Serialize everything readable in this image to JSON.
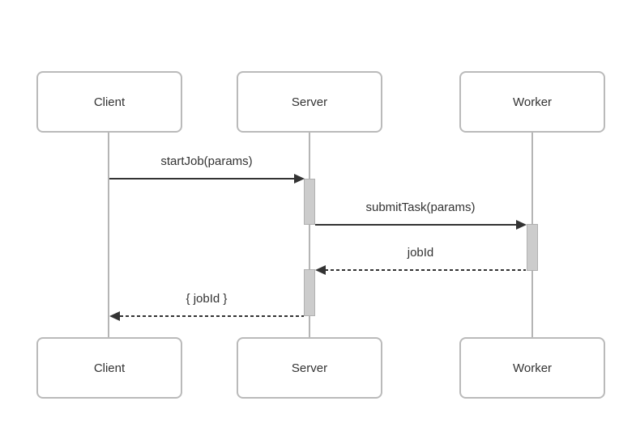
{
  "diagram": {
    "type": "sequence-diagram",
    "actors": [
      {
        "label": "Client"
      },
      {
        "label": "Server"
      },
      {
        "label": "Worker"
      }
    ],
    "messages": [
      {
        "label": "startJob(params)",
        "from": "Client",
        "to": "Server",
        "line": "solid",
        "arrow": "filled"
      },
      {
        "label": "submitTask(params)",
        "from": "Server",
        "to": "Worker",
        "line": "solid",
        "arrow": "filled"
      },
      {
        "label": "jobId",
        "from": "Worker",
        "to": "Server",
        "line": "dashed",
        "arrow": "filled"
      },
      {
        "label": "{ jobId }",
        "from": "Server",
        "to": "Client",
        "line": "dashed",
        "arrow": "filled"
      }
    ],
    "activations": [
      {
        "actor": "Server",
        "index": 1
      },
      {
        "actor": "Worker",
        "index": 1
      },
      {
        "actor": "Server",
        "index": 2
      }
    ],
    "colors": {
      "background": "#ffffff",
      "box_border": "#bababa",
      "lifeline": "#b5b5b5",
      "activation_fill": "#cccccc",
      "activation_border": "#b0b0b0",
      "arrow": "#333333",
      "text": "#333333"
    }
  }
}
